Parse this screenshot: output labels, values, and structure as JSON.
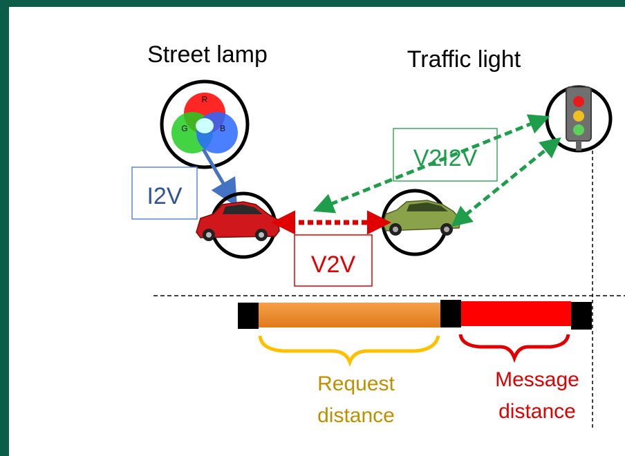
{
  "labels": {
    "street_lamp": "Street lamp",
    "traffic_light": "Traffic light",
    "i2v": "I2V",
    "v2i2v": "V2I2V",
    "v2v": "V2V",
    "request_distance": [
      "Request",
      "distance"
    ],
    "message_distance": [
      "Message",
      "distance"
    ]
  },
  "rgb_letters": {
    "r": "R",
    "g": "G",
    "b": "B"
  },
  "colors": {
    "border": "#0b5c48",
    "i2v": "#4472c4",
    "v2i2v": "#1e9e4a",
    "v2v": "#e00000",
    "request_bar": "#f08a24",
    "request_brace": "#ffc000",
    "request_text": "#bf8f00",
    "message_bar": "#ff0000",
    "message_text": "#e00000"
  }
}
